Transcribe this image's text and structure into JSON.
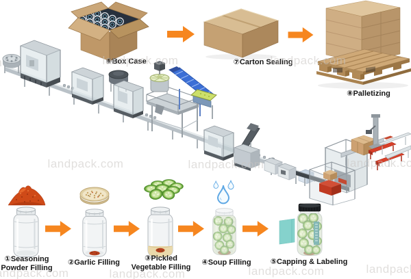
{
  "watermark": {
    "text": "landpack.com"
  },
  "colors": {
    "accent": "#F6861F",
    "cardboard_light": "#D8BD93",
    "cardboard_mid": "#C5A173",
    "cardboard_dark": "#AC885C",
    "machine_gray": "#C8CFD4",
    "machine_frame": "#8E969D",
    "conveyor_blue": "#3C6FD6",
    "feeder_green": "#CCDF6A",
    "pallet_red": "#D8402A",
    "label_teal": "#7FD0CA",
    "powder_red": "#CF4A18",
    "cucumber_green": "#7DB84A",
    "water_blue": "#5FA8E4"
  },
  "top_steps": [
    {
      "label": "⑥Box Case",
      "icon": "open-carton-with-jars-icon"
    },
    {
      "label": "⑦Carton Sealing",
      "icon": "sealed-carton-icon"
    },
    {
      "label": "⑧Palletizing",
      "icon": "pallet-stack-icon"
    }
  ],
  "bottom_steps": [
    {
      "line1": "①Seasoning",
      "line2": "Powder Filling",
      "icon": "chili-powder-pile-icon"
    },
    {
      "line1": "②Garlic Filling",
      "line2": "",
      "icon": "garlic-bowl-icon"
    },
    {
      "line1": "③Pickled",
      "line2": "Vegetable Filling",
      "icon": "cucumber-slices-icon"
    },
    {
      "line1": "④Soup Filling",
      "line2": "",
      "icon": "water-drops-icon"
    },
    {
      "line1": "⑤Capping & Labeling",
      "line2": "",
      "icon": "capped-labeled-jar-icon"
    }
  ],
  "machine_line": {
    "description": "Isometric jar packing production line",
    "stations": [
      "rotary-table",
      "filling-machine-1",
      "filling-machine-2",
      "mixing-tank",
      "filling-machine-3",
      "multihead-weigher",
      "incline-conveyor",
      "vibrating-feeder",
      "capping-machine",
      "cap-elevator",
      "labeling-machines",
      "case-erector-cell",
      "case-packer-cell",
      "carton-outfeed",
      "palletizer-robot",
      "pallet-conveyors-red",
      "roller-conveyor-racks"
    ]
  }
}
